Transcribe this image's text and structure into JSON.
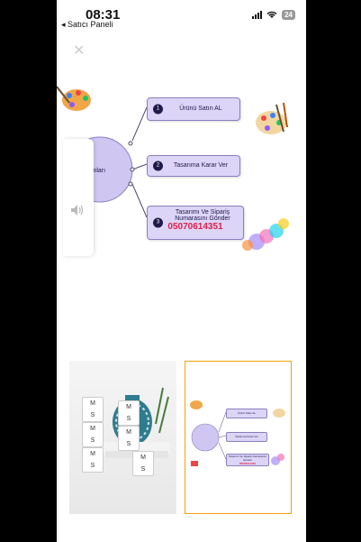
{
  "status_bar": {
    "time": "08:31",
    "back_app": "◂ Satıcı Paneli",
    "battery": "24"
  },
  "hero": {
    "close_icon": "close-icon",
    "circle_label": "Adımları",
    "steps": [
      {
        "num": "1",
        "label": "Ürünü Satın AL"
      },
      {
        "num": "2",
        "label": "Tasarıma Karar Ver"
      },
      {
        "num": "3",
        "label": "Tasarımı Ve Sipariş Numarasını Gönder",
        "phone": "05070614351"
      }
    ]
  },
  "thumbnails": {
    "mug_letters": [
      "M",
      "S"
    ]
  },
  "colors": {
    "accent": "#8a7fc0",
    "phone_red": "#e11d48",
    "thumb_border": "#f59e0b"
  }
}
